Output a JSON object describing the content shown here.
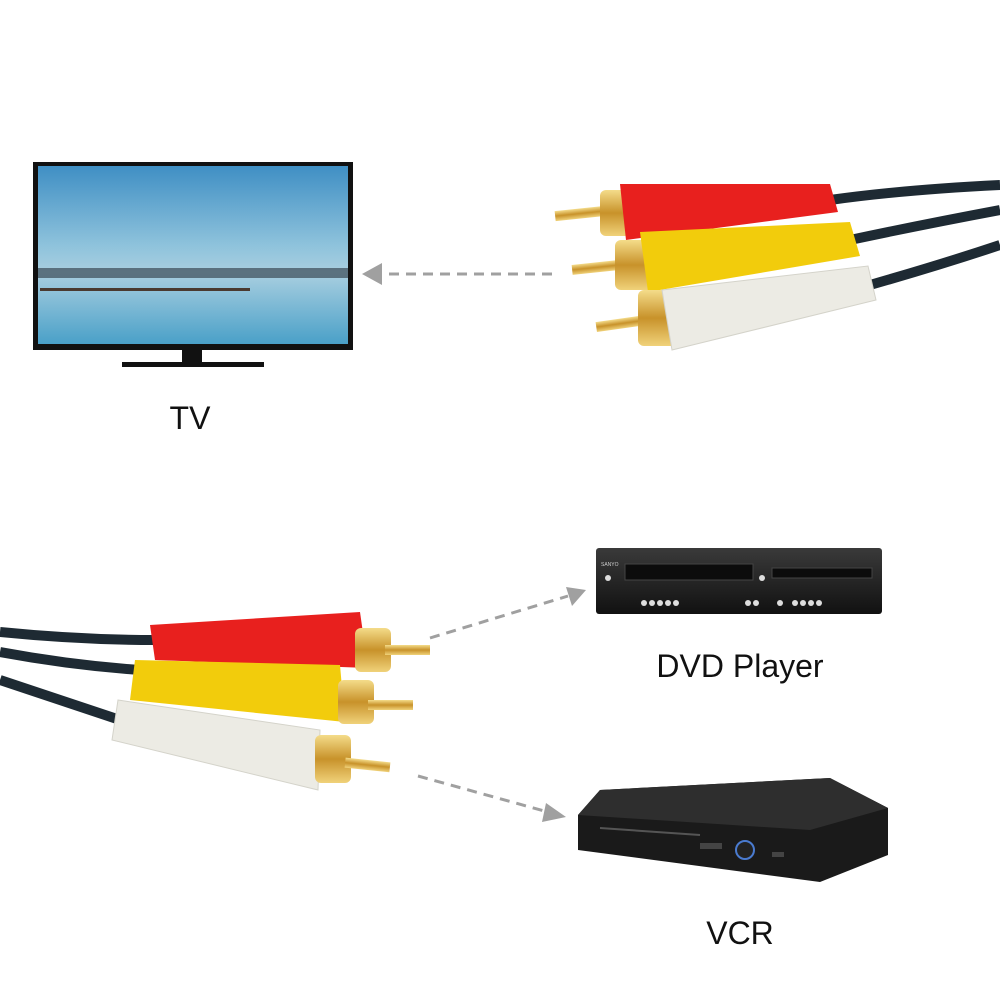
{
  "labels": {
    "tv": "TV",
    "dvd": "DVD Player",
    "vcr": "VCR"
  },
  "brand": "SANYO",
  "colors": {
    "red": "#e8201e",
    "yellow": "#f2cc0c",
    "white": "#ecebe4",
    "gold": "#d9a83a",
    "arrow": "#a0a0a0"
  }
}
